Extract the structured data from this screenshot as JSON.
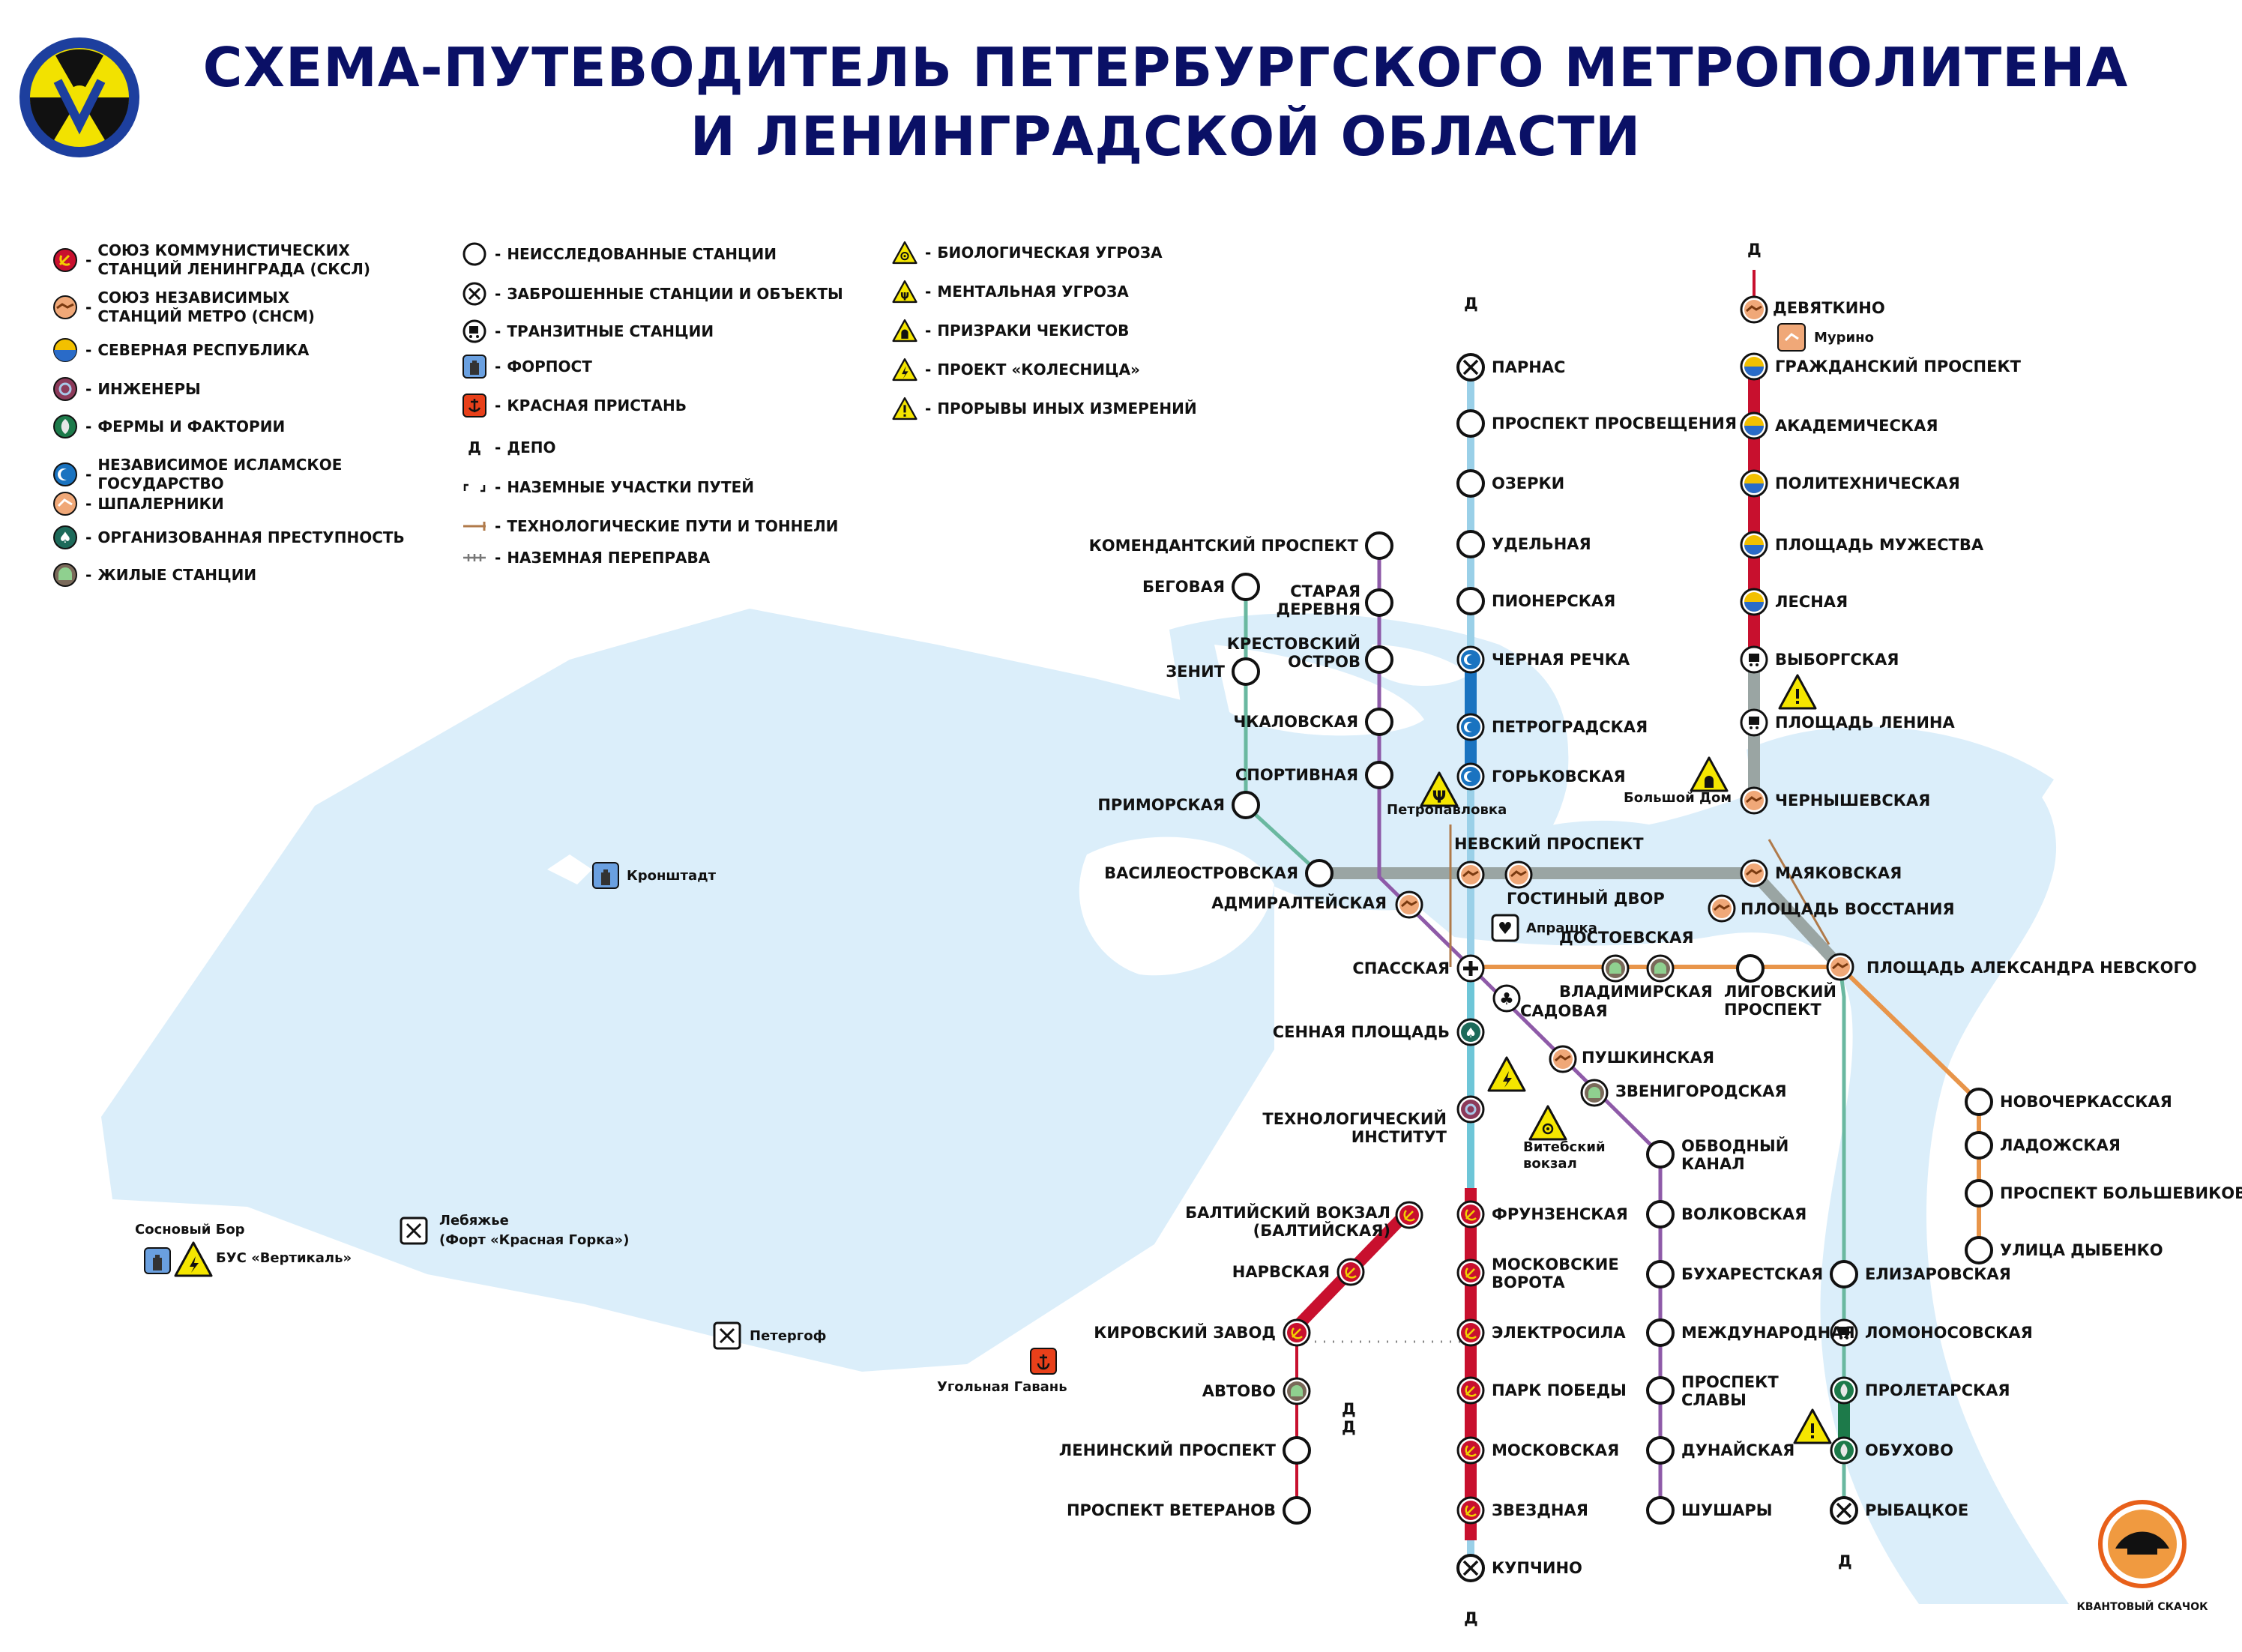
{
  "header": {
    "title_line1": "СХЕМА-ПУТЕВОДИТЕЛЬ ПЕТЕРБУРГСКОГО МЕТРОПОЛИТЕНА",
    "title_line2": "И ЛЕНИНГРАДСКОЙ ОБЛАСТИ",
    "logo_icon": "radiation-logo-icon",
    "publisher_logo_text": "КВАНТОВЫЙ СКАЧОК"
  },
  "legend": {
    "factions": [
      {
        "icon": "hammer-sickle-icon",
        "label_lines": [
          "СОЮЗ КОММУНИСТИЧЕСКИХ",
          "СТАНЦИЙ ЛЕНИНГРАДА (СКСЛ)"
        ]
      },
      {
        "icon": "handshake-icon",
        "label_lines": [
          "СОЮЗ НЕЗАВИСИМЫХ",
          "СТАНЦИЙ МЕТРО (СНСМ)"
        ]
      },
      {
        "icon": "north-republic-icon",
        "label_lines": [
          "СЕВЕРНАЯ РЕСПУБЛИКА"
        ]
      },
      {
        "icon": "engineers-icon",
        "label_lines": [
          "ИНЖЕНЕРЫ"
        ]
      },
      {
        "icon": "farms-icon",
        "label_lines": [
          "ФЕРМЫ И ФАКТОРИИ"
        ]
      },
      {
        "icon": "crescent-icon",
        "label_lines": [
          "НЕЗАВИСИМОЕ ИСЛАМСКОЕ",
          "ГОСУДАРСТВО"
        ]
      },
      {
        "icon": "shpalerniki-icon",
        "label_lines": [
          "ШПАЛЕРНИКИ"
        ]
      },
      {
        "icon": "spade-icon",
        "label_lines": [
          "ОРГАНИЗОВАННАЯ ПРЕСТУПНОСТЬ"
        ]
      },
      {
        "icon": "residential-icon",
        "label_lines": [
          "ЖИЛЫЕ СТАНЦИИ"
        ]
      }
    ],
    "station_types": [
      {
        "icon": "unexplored-icon",
        "label": "НЕИССЛЕДОВАННЫЕ СТАНЦИИ"
      },
      {
        "icon": "abandoned-icon",
        "label": "ЗАБРОШЕННЫЕ СТАНЦИИ И ОБЪЕКТЫ"
      },
      {
        "icon": "transit-icon",
        "label": "ТРАНЗИТНЫЕ СТАНЦИИ"
      },
      {
        "icon": "outpost-icon",
        "label": "ФОРПОСТ"
      },
      {
        "icon": "anchor-icon",
        "label": "КРАСНАЯ ПРИСТАНЬ"
      },
      {
        "icon": "depot-icon",
        "label": "ДЕПО",
        "glyph": "Д"
      },
      {
        "icon": "surface-track-icon",
        "label": "НАЗЕМНЫЕ УЧАСТКИ ПУТЕЙ"
      },
      {
        "icon": "tech-tunnel-icon",
        "label": "ТЕХНОЛОГИЧЕСКИЕ ПУТИ И ТОННЕЛИ"
      },
      {
        "icon": "surface-crossing-icon",
        "label": "НАЗЕМНАЯ ПЕРЕПРАВА"
      }
    ],
    "threats": [
      {
        "icon": "biohazard-icon",
        "label": "БИОЛОГИЧЕСКАЯ УГРОЗА"
      },
      {
        "icon": "psi-icon",
        "label": "МЕНТАЛЬНАЯ УГРОЗА"
      },
      {
        "icon": "ghost-icon",
        "label": "ПРИЗРАКИ ЧЕКИСТОВ"
      },
      {
        "icon": "lightning-icon",
        "label": "ПРОЕКТ «КОЛЕСНИЦА»"
      },
      {
        "icon": "exclamation-icon",
        "label": "ПРОРЫВЫ ИНЫХ ИЗМЕРЕНИЙ"
      }
    ]
  },
  "colors": {
    "water": "#dbeefa",
    "title": "#0a1066",
    "line_red": "#c8102e",
    "line_blue": "#1a73c0",
    "line_green": "#1d7a4a",
    "line_gray": "#9aa5a3",
    "line_orange": "#e8954a",
    "line_purple": "#8e5aa8",
    "tech_tunnel": "#b07a4a"
  },
  "stations": {
    "parnas": "ПАРНАС",
    "pr_prosv": "ПРОСПЕКТ ПРОСВЕЩЕНИЯ",
    "ozerki": "ОЗЕРКИ",
    "udelnaya": "УДЕЛЬНАЯ",
    "pionerskaya": "ПИОНЕРСКАЯ",
    "chernaya_rechka": "ЧЕРНАЯ РЕЧКА",
    "petrogradskaya": "ПЕТРОГРАДСКАЯ",
    "gorkovskaya": "ГОРЬКОВСКАЯ",
    "nevsky": "НЕВСКИЙ ПРОСПЕКТ",
    "gostiny": "ГОСТИНЫЙ ДВОР",
    "sennaya": "СЕННАЯ ПЛОЩАДЬ",
    "spasskaya": "СПАССКАЯ",
    "sadovaya": "САДОВАЯ",
    "tech_inst": [
      "ТЕХНОЛОГИЧЕСКИЙ",
      "ИНСТИТУТ"
    ],
    "frunzenskaya": "ФРУНЗЕНСКАЯ",
    "mosk_vorota": [
      "МОСКОВСКИЕ",
      "ВОРОТА"
    ],
    "elektrosila": "ЭЛЕКТРОСИЛА",
    "park_pobedy": "ПАРК ПОБЕДЫ",
    "moskovskaya": "МОСКОВСКАЯ",
    "zvezdnaya": "ЗВЕЗДНАЯ",
    "kupchino": "КУПЧИНО",
    "devyatkino": "ДЕВЯТКИНО",
    "grazhd": "ГРАЖДАНСКИЙ ПРОСПЕКТ",
    "akadem": "АКАДЕМИЧЕСКАЯ",
    "polytech": "ПОЛИТЕХНИЧЕСКАЯ",
    "pl_muzh": "ПЛОЩАДЬ МУЖЕСТВА",
    "lesnaya": "ЛЕСНАЯ",
    "vyborgskaya": "ВЫБОРГСКАЯ",
    "pl_lenina": "ПЛОЩАДЬ ЛЕНИНА",
    "chernysh": "ЧЕРНЫШЕВСКАЯ",
    "mayakovskaya": "МАЯКОВСКАЯ",
    "pl_vosst": "ПЛОЩАДЬ ВОССТАНИЯ",
    "vladimirskaya": "ВЛАДИМИРСКАЯ",
    "pushkinskaya": "ПУШКИНСКАЯ",
    "balt": [
      "БАЛТИЙСКИЙ ВОКЗАЛ",
      "(БАЛТИЙСКАЯ)"
    ],
    "narvskaya": "НАРВСКАЯ",
    "kirovsky": "КИРОВСКИЙ ЗАВОД",
    "avtovo": "АВТОВО",
    "leninsky": "ЛЕНИНСКИЙ ПРОСПЕКТ",
    "veteranov": "ПРОСПЕКТ ВЕТЕРАНОВ",
    "primorskaya": "ПРИМОРСКАЯ",
    "vasileo": "ВАСИЛЕОСТРОВСКАЯ",
    "pl_al_nev": "ПЛОЩАДЬ АЛЕКСАНДРА НЕВСКОГО",
    "elizarov": "ЕЛИЗАРОВСКАЯ",
    "lomonos": "ЛОМОНОСОВСКАЯ",
    "proletar": "ПРОЛЕТАРСКАЯ",
    "obukhovo": "ОБУХОВО",
    "rybatskoe": "РЫБАЦКОЕ",
    "komend": "КОМЕНДАНТСКИЙ ПРОСПЕКТ",
    "staraya": [
      "СТАРАЯ",
      "ДЕРЕВНЯ"
    ],
    "krestovsky": [
      "КРЕСТОВСКИЙ",
      "ОСТРОВ"
    ],
    "chkalov": "ЧКАЛОВСКАЯ",
    "sportiv": "СПОРТИВНАЯ",
    "admiralt": "АДМИРАЛТЕЙСКАЯ",
    "zvenigor": "ЗВЕНИГОРОДСКАЯ",
    "obvodny": [
      "ОБВОДНЫЙ",
      "КАНАЛ"
    ],
    "volkovskaya": "ВОЛКОВСКАЯ",
    "bukharest": "БУХАРЕСТСКАЯ",
    "mezhdunar": "МЕЖДУНАРОДНАЯ",
    "pr_slavy": [
      "ПРОСПЕКТ",
      "СЛАВЫ"
    ],
    "dunaiskaya": "ДУНАЙСКАЯ",
    "shushary": "ШУШАРЫ",
    "dostoevskaya": "ДОСТОЕВСКАЯ",
    "ligovsky": [
      "ЛИГОВСКИЙ",
      "ПРОСПЕКТ"
    ],
    "novocherk": "НОВОЧЕРКАССКАЯ",
    "ladozhskaya": "ЛАДОЖСКАЯ",
    "pr_bolsh": "ПРОСПЕКТ БОЛЬШЕВИКОВ",
    "dybenko": "УЛИЦА ДЫБЕНКО",
    "begovaya": "БЕГОВАЯ",
    "zenit": "ЗЕНИТ"
  },
  "places": {
    "kronshtadt": "Кронштадт",
    "sosnovy_bor": "Сосновый Бор",
    "bus_vertikal": "БУС «Вертикаль»",
    "lebyazhye": [
      "Лебяжье",
      "(Форт «Красная Горка»)"
    ],
    "petergof": "Петергоф",
    "ugolnaya": "Угольная Гавань",
    "murino": "Мурино",
    "petropavlovka": "Петропавловка",
    "bolshoy_dom": "Большой Дом",
    "apraksha": "Апрашка",
    "vitebsky": [
      "Витебский",
      "вокзал"
    ]
  },
  "depot_glyph": "Д"
}
